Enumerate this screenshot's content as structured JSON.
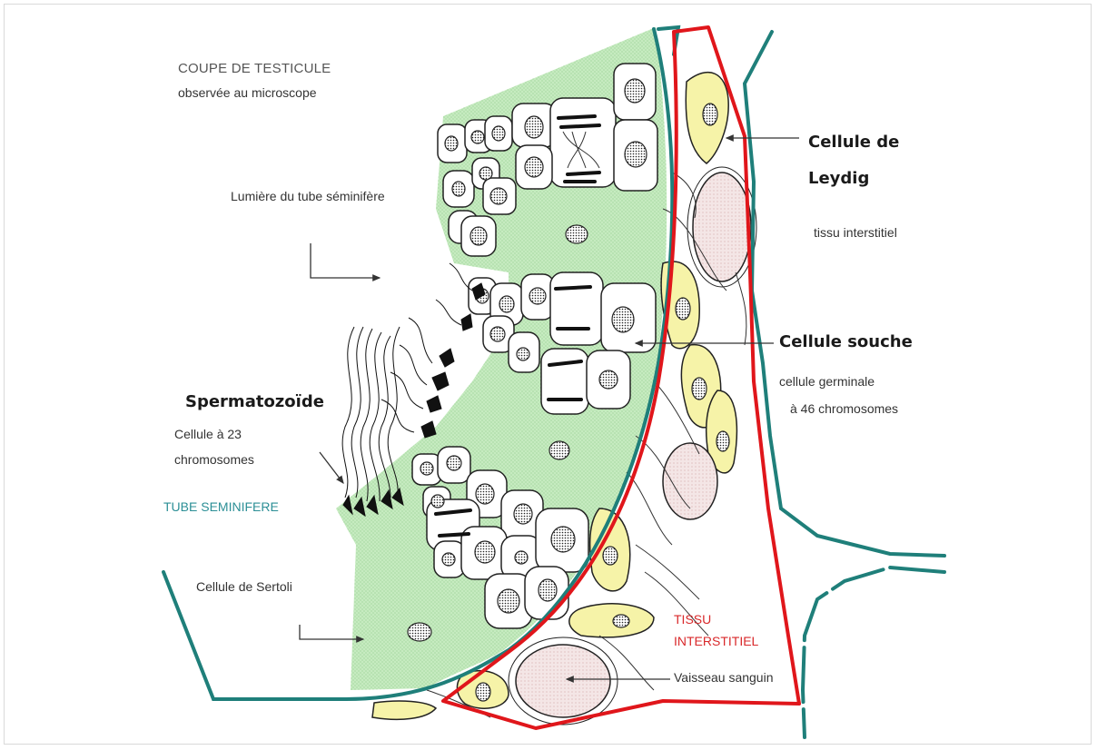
{
  "title": {
    "line1": "COUPE DE TESTICULE",
    "line2": "observée au microscope"
  },
  "labels": {
    "lumiere": "Lumière du tube séminifère",
    "leydig_line1": "Cellule de",
    "leydig_line2": "Leydig",
    "tissu_interstitiel_small": "tissu interstitiel",
    "cellule_souche": "Cellule souche",
    "cellule_germinale_line1": "cellule germinale",
    "cellule_germinale_line2": "à 46 chromosomes",
    "spermatozoide": "Spermatozoïde",
    "spermatozoide_desc_line1": "Cellule à 23",
    "spermatozoide_desc_line2": "chromosomes",
    "tube_seminifere": "TUBE SEMINIFERE",
    "sertoli": "Cellule de Sertoli",
    "tissu_caps_line1": "TISSU",
    "tissu_caps_line2": "INTERSTITIEL",
    "vaisseau": "Vaisseau sanguin"
  },
  "colors": {
    "lumen_green": "#c6ebc0",
    "basement_teal": "#1f7f7a",
    "interstitial_red": "#e0161b",
    "leydig_yellow": "#f6f3a8",
    "vessel_pink": "#f3e4e4",
    "tube_label_teal": "#2c8f96",
    "tissu_label_red": "#d9292b"
  }
}
